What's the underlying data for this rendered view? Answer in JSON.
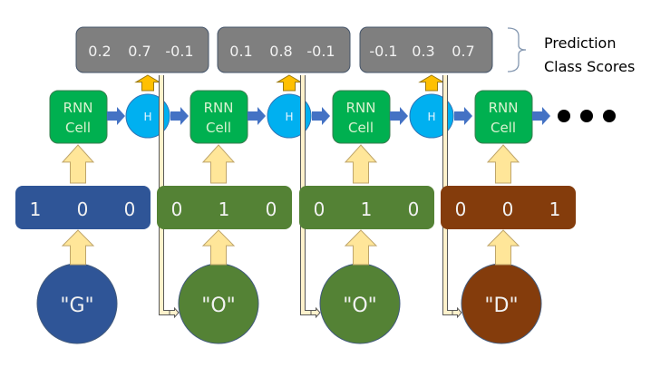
{
  "legend": {
    "line1": "Prediction",
    "line2": "Class Scores"
  },
  "steps": [
    {
      "char": "\"G\"",
      "vector": [
        "1",
        "0",
        "0"
      ],
      "scores": [
        "0.2",
        "0.7",
        "-0.1"
      ],
      "color": "#2f5597"
    },
    {
      "char": "\"O\"",
      "vector": [
        "0",
        "1",
        "0"
      ],
      "scores": [
        "0.1",
        "0.8",
        "-0.1"
      ],
      "color": "#548235"
    },
    {
      "char": "\"O\"",
      "vector": [
        "0",
        "1",
        "0"
      ],
      "scores": [
        "-0.1",
        "0.3",
        "0.7"
      ],
      "color": "#548235"
    },
    {
      "char": "\"D\"",
      "vector": [
        "0",
        "0",
        "1"
      ],
      "color": "#843c0c"
    }
  ],
  "cell_label": [
    "RNN",
    "Cell"
  ],
  "hidden_label": "H",
  "colors": {
    "cell": "#00b050",
    "cell_text": "#d9f2d0",
    "hidden": "#00b0f0",
    "score_box": "#7f7f7f",
    "arrow_flow": "#4472c4",
    "arrow_input": "#ffe699",
    "arrow_output": "#ffc000"
  }
}
